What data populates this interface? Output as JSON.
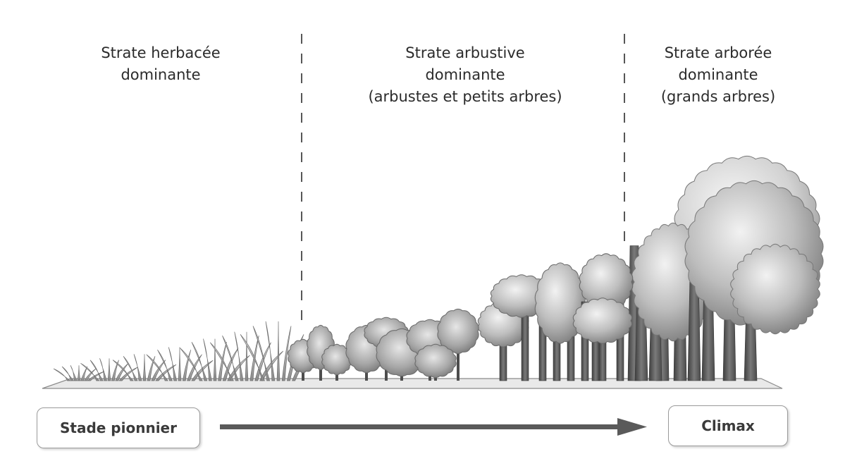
{
  "zones": [
    {
      "lines": [
        "Strate herbacée",
        "dominante"
      ]
    },
    {
      "lines": [
        "Strate arbustive",
        "dominante",
        "(arbustes et petits arbres)"
      ]
    },
    {
      "lines": [
        "Strate arborée",
        "dominante",
        "(grands arbres)"
      ]
    }
  ],
  "stages": {
    "start": "Stade pionnier",
    "end": "Climax"
  },
  "colors": {
    "divider": "#333333",
    "arrow": "#555555",
    "ground": "#e6e6e6",
    "foliage_light": "#e2e2e2",
    "foliage_mid": "#b5b5b5",
    "foliage_dark": "#7a7a7a",
    "trunk": "#5a5a5a"
  }
}
